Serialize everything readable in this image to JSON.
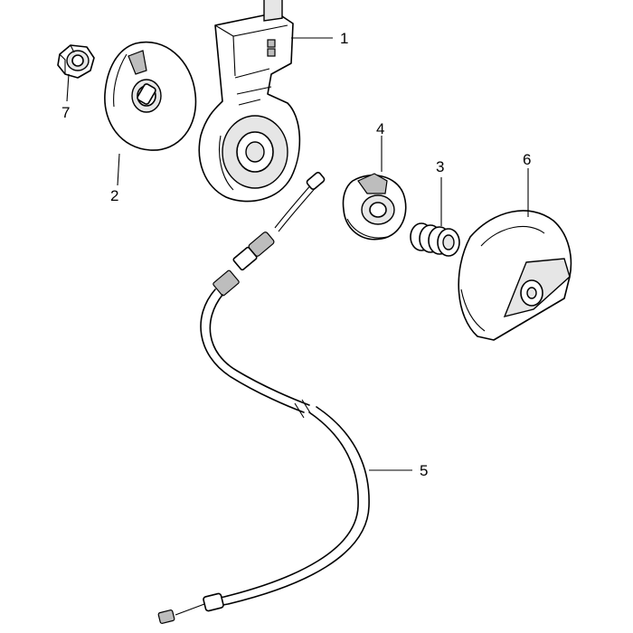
{
  "callouts": [
    {
      "part": "housing",
      "number": "1"
    },
    {
      "part": "plate",
      "number": "2"
    },
    {
      "part": "spring",
      "number": "3"
    },
    {
      "part": "pulley",
      "number": "4"
    },
    {
      "part": "cable",
      "number": "5"
    },
    {
      "part": "cover",
      "number": "6"
    },
    {
      "part": "nut",
      "number": "7"
    }
  ]
}
